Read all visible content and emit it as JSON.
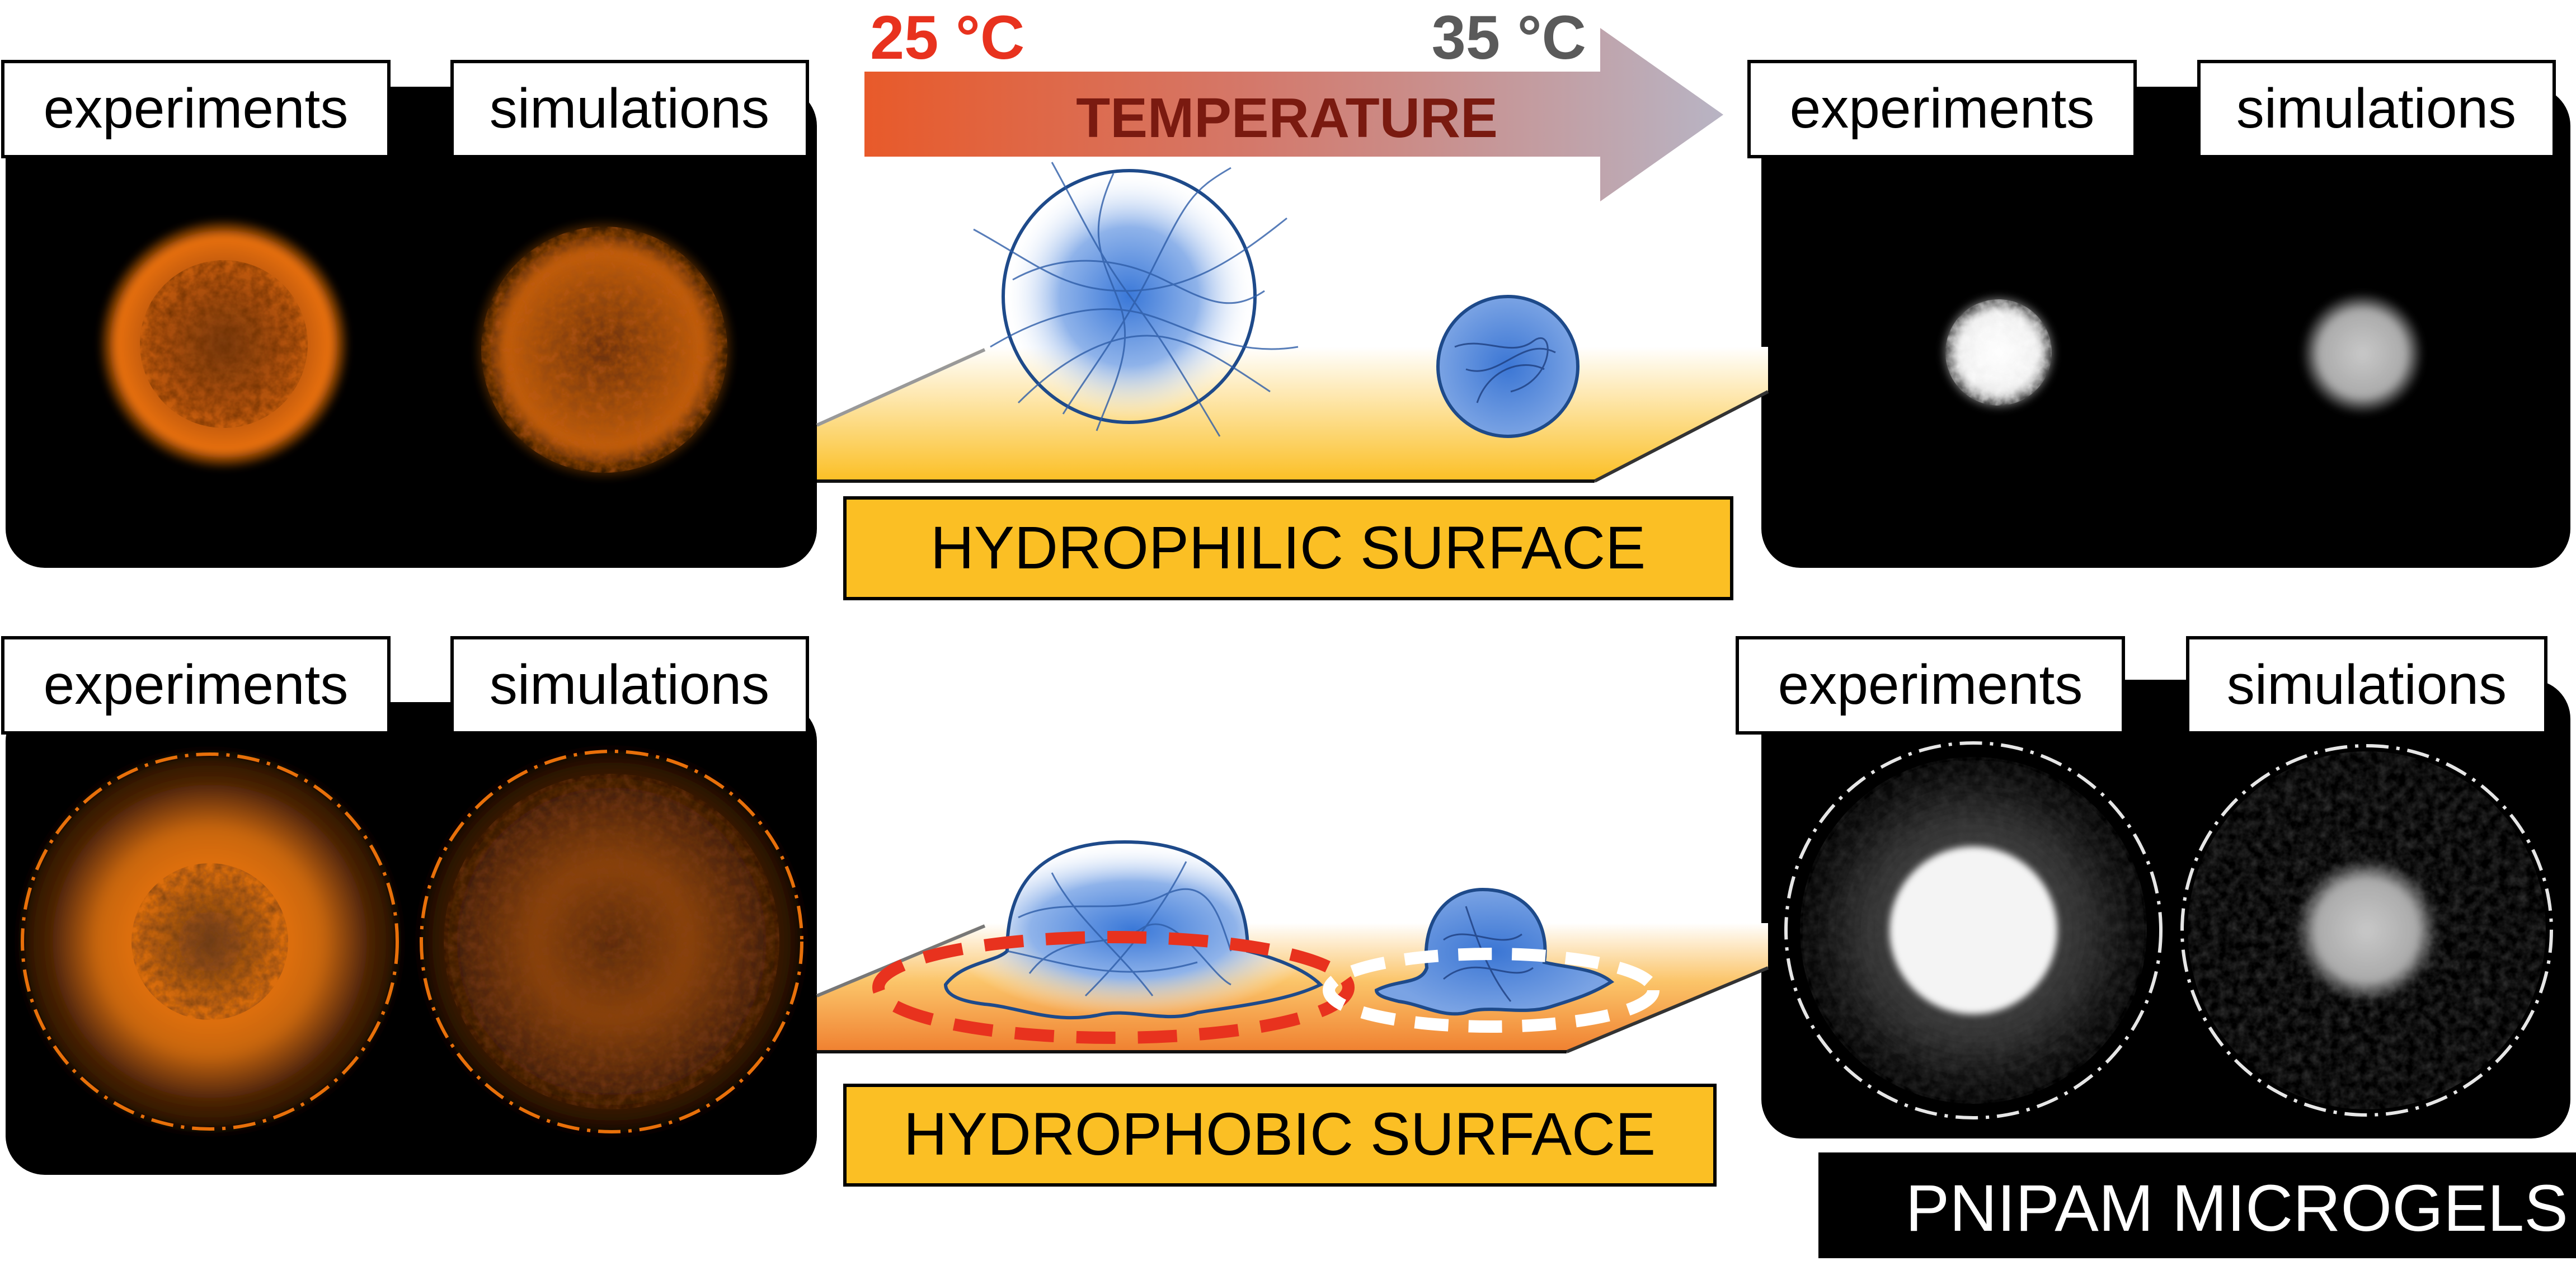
{
  "temperature": {
    "low": "25 °C",
    "high": "35 °C",
    "label": "TEMPERATURE"
  },
  "panels": {
    "top_left": {
      "left": "experiments",
      "right": "simulations"
    },
    "top_right": {
      "left": "experiments",
      "right": "simulations"
    },
    "bottom_left": {
      "left": "experiments",
      "right": "simulations"
    },
    "bottom_right": {
      "left": "experiments",
      "right": "simulations"
    }
  },
  "surfaces": {
    "hydrophilic": "HYDROPHILIC SURFACE",
    "hydrophobic": "HYDROPHOBIC SURFACE"
  },
  "footer": {
    "title": "PNIPAM MICROGELS"
  },
  "colors": {
    "panel_bg": "#000000",
    "orange": "#e8700a",
    "red_text": "#e8321e",
    "gray_text": "#5a5a5a",
    "dark_red_text": "#7a1a10",
    "surface_yellow": "#fbbf24",
    "microgel_blue": "#3a78d8",
    "outline_blue": "#1e4a8a"
  }
}
